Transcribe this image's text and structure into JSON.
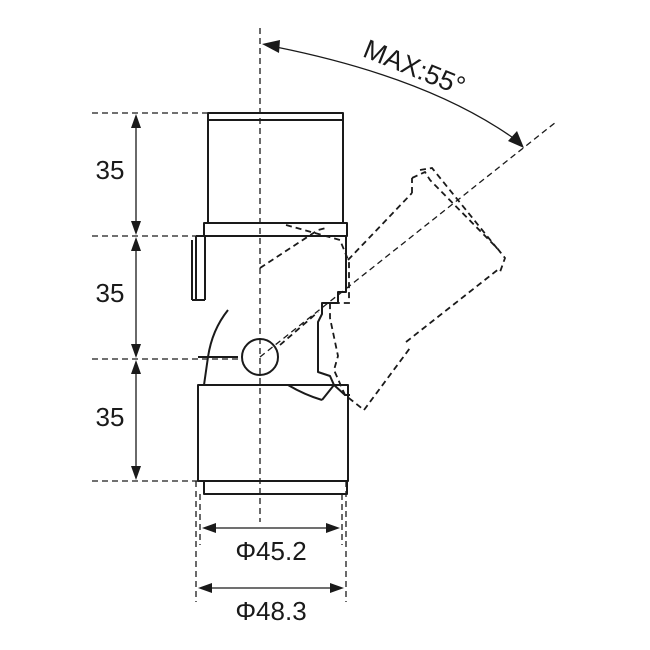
{
  "drawing": {
    "angle_label": "MAX:55°",
    "height_dims": [
      "35",
      "35",
      "35"
    ],
    "inner_diameter_label": "Φ45.2",
    "outer_diameter_label": "Φ48.3"
  }
}
